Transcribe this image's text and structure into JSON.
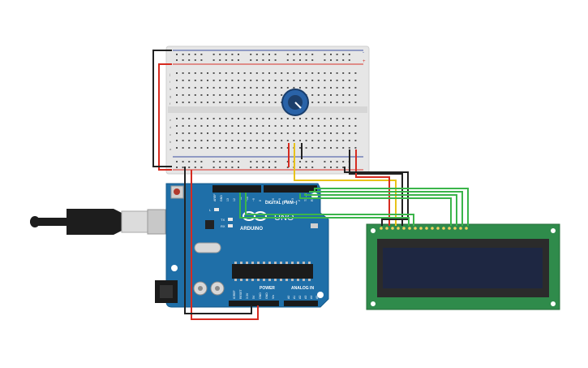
{
  "canvas": {
    "background": "#ffffff"
  },
  "colors": {
    "breadboard_body": "#e6e6e6",
    "breadboard_hole": "#555555",
    "rail_red": "#d8332b",
    "rail_blue": "#3b4fa0",
    "arduino_board": "#1f6fa8",
    "arduino_dark": "#165a8a",
    "lcd_board": "#2f8b4b",
    "lcd_screen": "#1e2742",
    "wire_red": "#d62b20",
    "wire_black": "#222222",
    "wire_yellow": "#e8c21a",
    "wire_green": "#3bb54a",
    "usb_cable": "#1d1d1d",
    "pot_knob": "#2a63a8"
  },
  "icons": {
    "usb_cable": "usb-cable-icon",
    "potentiometer": "potentiometer-icon",
    "reset_button": "reset-button-icon",
    "ic_chip": "atmega-chip-icon",
    "crystal": "crystal-oscillator-icon",
    "capacitor": "capacitor-icon",
    "power_jack": "power-jack-icon"
  },
  "arduino": {
    "brand": "ARDUINO",
    "model": "UNO",
    "digital_label": "DIGITAL (PWM~)",
    "power_label": "POWER",
    "analog_label": "ANALOG IN",
    "led_l": "L",
    "led_tx": "TX",
    "led_rx": "RX",
    "analog_pins": [
      "A0",
      "A1",
      "A2",
      "A3",
      "A4",
      "A5"
    ],
    "power_pins": [
      "IOREF",
      "RESET",
      "3.3V",
      "5V",
      "GND",
      "GND",
      "Vin"
    ],
    "header_top_labels": [
      "AREF",
      "GND",
      "13",
      "12",
      "~11",
      "~10",
      "~9",
      "8",
      "7",
      "~6",
      "~5",
      "4",
      "~3",
      "2",
      "TX→1",
      "RX←0"
    ]
  },
  "breadboard": {
    "row_letters_top": [
      "j",
      "i",
      "h",
      "g",
      "f"
    ],
    "row_letters_bottom": [
      "e",
      "d",
      "c",
      "b",
      "a"
    ],
    "rail_signs": [
      "-",
      "+"
    ]
  }
}
